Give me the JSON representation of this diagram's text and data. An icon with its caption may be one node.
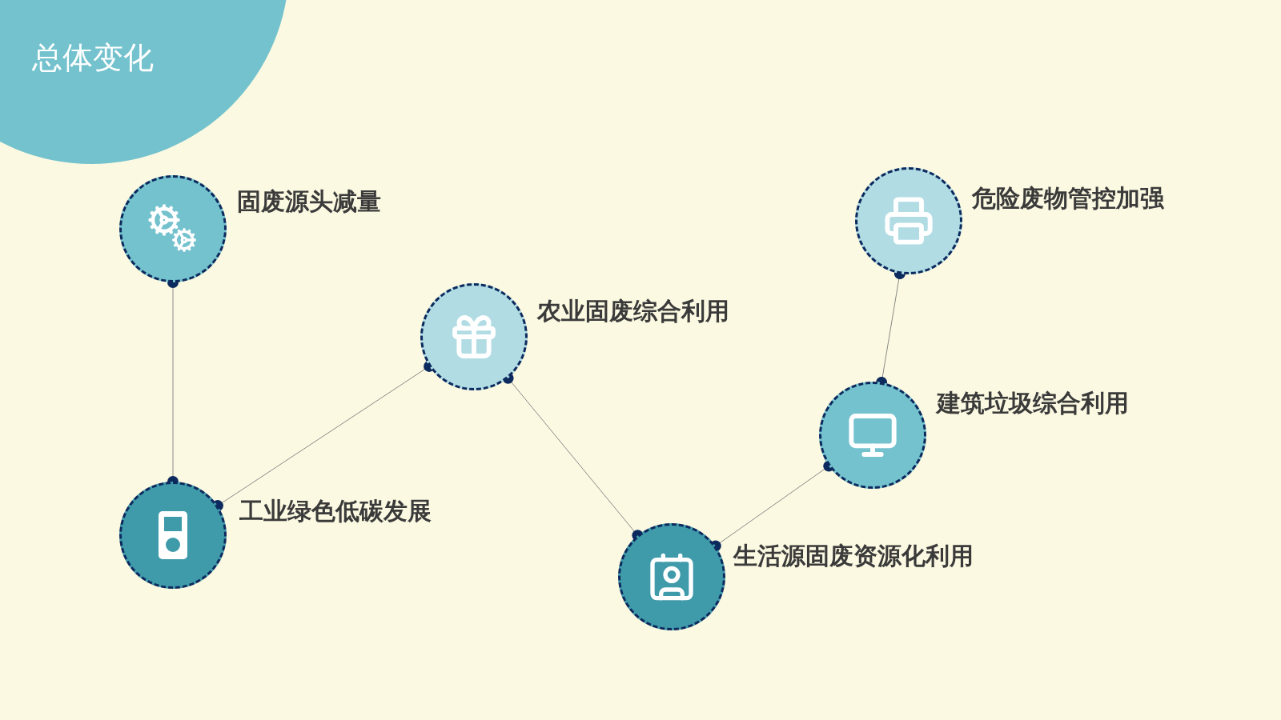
{
  "diagram": {
    "title": "总体变化",
    "nodes": [
      {
        "text": [],
        "shape": "circle",
        "beside": [
          "固废源头减量"
        ]
      },
      {
        "text": [],
        "shape": "circle",
        "beside": [
          "农业固废综合利用"
        ]
      },
      {
        "text": [],
        "shape": "circle",
        "beside": [
          "工业绿色低碳发展"
        ]
      },
      {
        "text": [],
        "shape": "circle",
        "beside": [
          "生活源固废资源化利用"
        ]
      },
      {
        "text": [],
        "shape": "circle",
        "beside": [
          "建筑垃圾综合利用"
        ]
      },
      {
        "text": [],
        "shape": "circle",
        "beside": [
          "危险废物管控加强"
        ]
      }
    ],
    "edges": [
      {
        "from": 0,
        "to": 2,
        "arrow": "other"
      },
      {
        "from": 2,
        "to": 1,
        "arrow": "other"
      },
      {
        "from": 1,
        "to": 3,
        "arrow": "other"
      },
      {
        "from": 3,
        "to": 4,
        "arrow": "other"
      },
      {
        "from": 4,
        "to": 5,
        "arrow": "other"
      }
    ]
  }
}
